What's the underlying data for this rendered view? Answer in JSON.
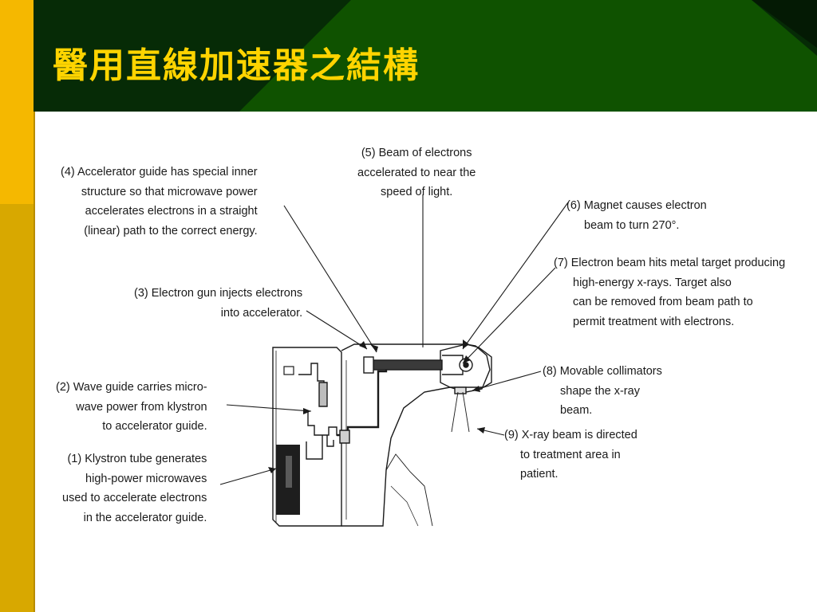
{
  "slide": {
    "title": "醫用直線加速器之結構"
  },
  "callouts": [
    {
      "lines": [
        "(4) Accelerator guide has special inner",
        "structure so that microwave power",
        "accelerates electrons in a straight",
        "(linear) path to the correct energy."
      ]
    },
    {
      "lines": [
        "(5) Beam of electrons",
        "accelerated to near the",
        "speed of light."
      ]
    },
    {
      "lines": [
        "(6) Magnet causes electron",
        "beam to turn 270°."
      ]
    },
    {
      "lines": [
        "(7) Electron beam hits metal target producing",
        "high-energy x-rays. Target also",
        "can be removed from beam path to",
        "permit treatment with electrons."
      ]
    },
    {
      "lines": [
        "(3) Electron gun injects electrons",
        "into accelerator."
      ]
    },
    {
      "lines": [
        "(2) Wave guide carries micro-",
        "wave power from klystron",
        "to accelerator guide."
      ]
    },
    {
      "lines": [
        "(8) Movable  collimators",
        "shape the x-ray",
        "beam."
      ]
    },
    {
      "lines": [
        "(1) Klystron  tube generates",
        "high-power microwaves",
        "used to accelerate electrons",
        "in the accelerator guide."
      ]
    },
    {
      "lines": [
        "(9) X-ray beam is directed",
        "to treatment area in",
        "patient."
      ]
    }
  ],
  "colors": {
    "header_dark": "#062b06",
    "header_green": "#0f5200",
    "title": "#ffd400",
    "sidebar_top": "#f5b800",
    "sidebar_bottom": "#d8a800"
  }
}
